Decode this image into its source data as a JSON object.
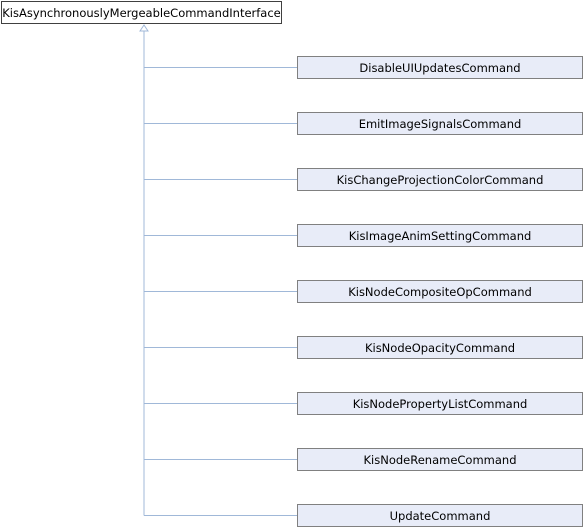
{
  "diagram": {
    "base_class": "KisAsynchronouslyMergeableCommandInterface",
    "derived_classes": [
      "DisableUIUpdatesCommand",
      "EmitImageSignalsCommand",
      "KisChangeProjectionColorCommand",
      "KisImageAnimSettingCommand",
      "KisNodeCompositeOpCommand",
      "KisNodeOpacityCommand",
      "KisNodePropertyListCommand",
      "KisNodeRenameCommand",
      "UpdateCommand"
    ],
    "colors": {
      "edge": "#a0b8d8",
      "node_fill": "#e8ecf8",
      "node_border": "#808080",
      "base_border": "#404040"
    }
  }
}
